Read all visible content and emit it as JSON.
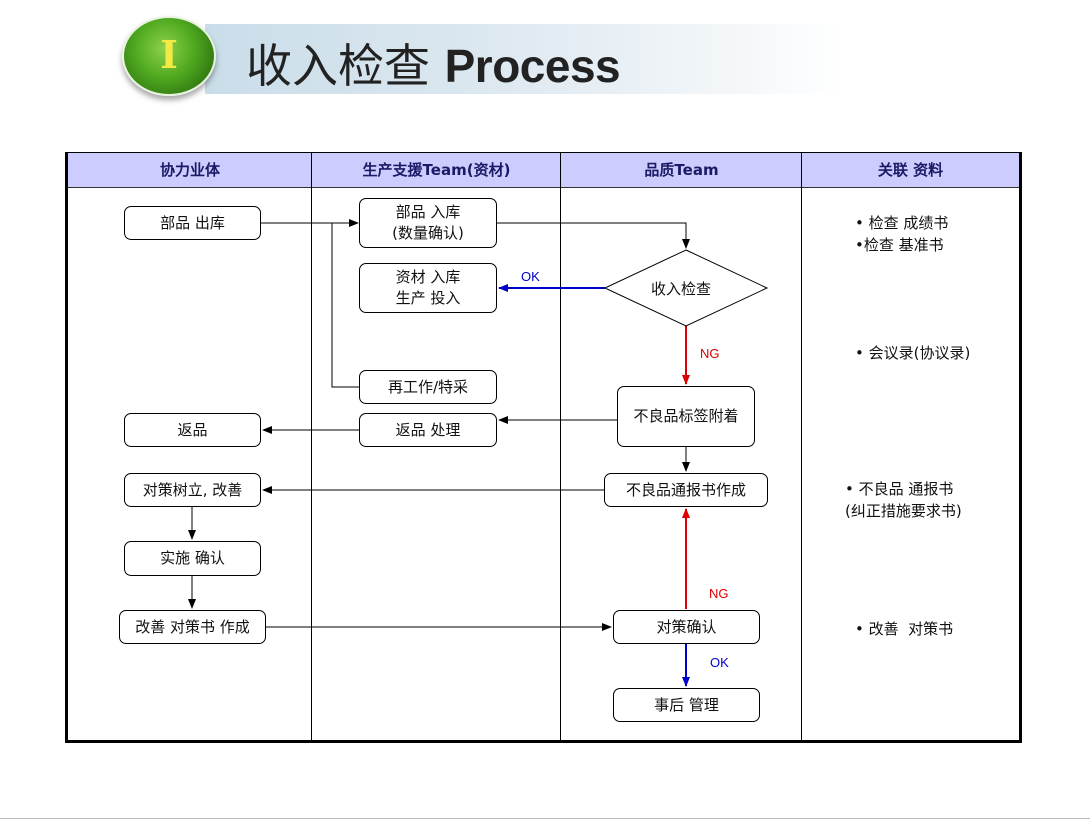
{
  "header": {
    "badge": "I",
    "title_cn": "收入检查",
    "title_en": "Process"
  },
  "columns": [
    "协力业体",
    "生产支援Team(资材)",
    "品质Team",
    "关联 资料"
  ],
  "boxes": {
    "parts_out": "部品 出库",
    "parts_in": "部品 入库\n(数量确认)",
    "material_in": "资材 入库\n生产 投入",
    "inspection": "收入检查",
    "rework": "再工作/特采",
    "defect_tag": "不良品标签附着",
    "return": "返品",
    "return_proc": "返品 处理",
    "countermeasure": "对策树立, 改善",
    "defect_report": "不良品通报书作成",
    "implement": "实施 确认",
    "improve_doc": "改善 对策书 作成",
    "confirm": "对策确认",
    "followup": "事后 管理"
  },
  "labels": {
    "ok1": "OK",
    "ng1": "NG",
    "ng2": "NG",
    "ok2": "OK"
  },
  "docs": {
    "d1": "• 检查 成绩书",
    "d2": "•检查 基准书",
    "d3": "• 会议录(协议录)",
    "d4": "• 不良品 通报书",
    "d5": "(纠正措施要求书)",
    "d6": "• 改善  对策书"
  },
  "colors": {
    "header_bg": "#ccccff",
    "ok_arrow": "#0000cc",
    "ng_arrow": "#dd0000",
    "badge_green": "#4ea81f"
  }
}
